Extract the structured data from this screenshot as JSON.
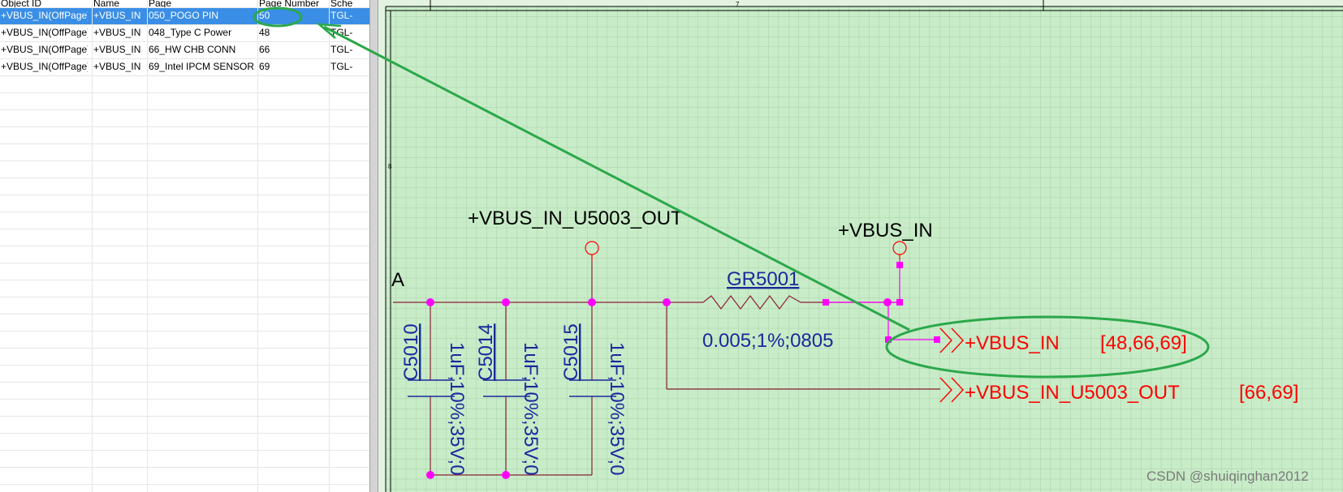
{
  "table": {
    "headers": [
      "Object ID",
      "Name",
      "Page",
      "Page Number",
      "Sche"
    ],
    "rows": [
      {
        "object_id": "+VBUS_IN(OffPage)",
        "name": "+VBUS_IN",
        "page": "050_POGO PIN",
        "page_number": "50",
        "schematic": "TGL-",
        "selected": true
      },
      {
        "object_id": "+VBUS_IN(OffPage)",
        "name": "+VBUS_IN",
        "page": "048_Type C Power",
        "page_number": "48",
        "schematic": "TGL-",
        "selected": false
      },
      {
        "object_id": "+VBUS_IN(OffPage)",
        "name": "+VBUS_IN",
        "page": "66_HW CHB CONN",
        "page_number": "66",
        "schematic": "TGL-",
        "selected": false
      },
      {
        "object_id": "+VBUS_IN(OffPage)",
        "name": "+VBUS_IN",
        "page": "69_Intel IPCM SENSOR",
        "page_number": "69",
        "schematic": "TGL-",
        "selected": false
      }
    ]
  },
  "schematic": {
    "border_ruler_top": "7",
    "border_ruler_left": "8",
    "partial_label": "A",
    "power_labels": {
      "left": "+VBUS_IN_U5003_OUT",
      "right": "+VBUS_IN"
    },
    "resistor": {
      "ref": "GR5001",
      "value": "0.005;1%;0805"
    },
    "capacitors": [
      {
        "ref": "C5010",
        "value": "1uF;10%;35V;0"
      },
      {
        "ref": "C5014",
        "value": "1uF;10%;35V;0"
      },
      {
        "ref": "C5015",
        "value": "1uF;10%;35V;0"
      }
    ],
    "offpage_connectors": [
      {
        "name": "+VBUS_IN",
        "refs": "[48,66,69]"
      },
      {
        "name": "+VBUS_IN_U5003_OUT",
        "refs": "[66,69]"
      }
    ],
    "watermark": "CSDN @shuiqinghan2012",
    "colors": {
      "background": "#c8ecc8",
      "grid": "#a9cfa9",
      "wire": "#8b2035",
      "junction": "#ff00ff",
      "net_label": "#ff0000",
      "part_text": "#1a2a9c",
      "annotation": "#2ba84a",
      "selection": "#3a8ee6"
    }
  }
}
